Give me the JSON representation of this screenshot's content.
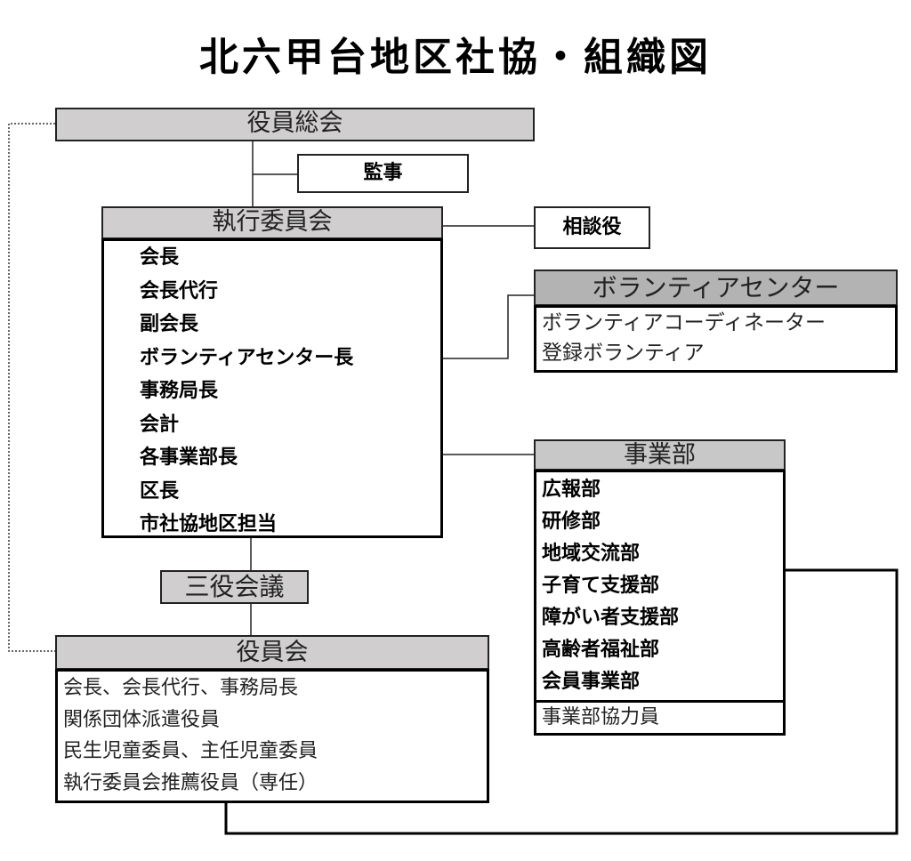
{
  "title": "北六甲台地区社協・組織図",
  "general_assembly": {
    "label": "役員総会"
  },
  "auditor": {
    "label": "監事"
  },
  "advisor": {
    "label": "相談役"
  },
  "executive_committee": {
    "label": "執行委員会",
    "members": [
      "会長",
      "会長代行",
      "副会長",
      "ボランティアセンター長",
      "事務局長",
      "会計",
      "各事業部長",
      "区長",
      "市社協地区担当"
    ]
  },
  "volunteer_center": {
    "label": "ボランティアセンター",
    "members": [
      "ボランティアコーディネーター",
      "登録ボランティア"
    ]
  },
  "departments": {
    "label": "事業部",
    "members": [
      "広報部",
      "研修部",
      "地域交流部",
      "子育て支援部",
      "障がい者支援部",
      "高齢者福祉部",
      "会員事業部"
    ],
    "cooperators": "事業部協力員"
  },
  "three_officers_meeting": {
    "label": "三役会議"
  },
  "board_of_officers": {
    "label": "役員会",
    "members": [
      "会長、会長代行、事務局長",
      "関係団体派遣役員",
      "民生児童委員、主任児童委員",
      "執行委員会推薦役員（専任）"
    ]
  },
  "colors": {
    "header_gray": "#d0cece",
    "volunteer_header_gray": "#b3b3b3",
    "line": "#000000"
  }
}
